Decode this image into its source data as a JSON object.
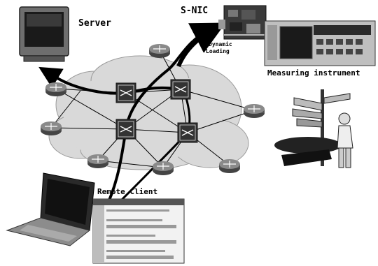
{
  "labels": {
    "server": "Server",
    "snic": "S-NIC",
    "dynamic_loading_line1": "Dynamic",
    "dynamic_loading_line2": "Loading",
    "measuring_instrument": "Measuring instrument",
    "remote_client": "Remote Client"
  },
  "colors": {
    "cloud": "#d9d9d9",
    "cloud_edge": "#9a9a9a",
    "router": "#666666",
    "link": "#000000",
    "switch": "#3a3a3a"
  }
}
